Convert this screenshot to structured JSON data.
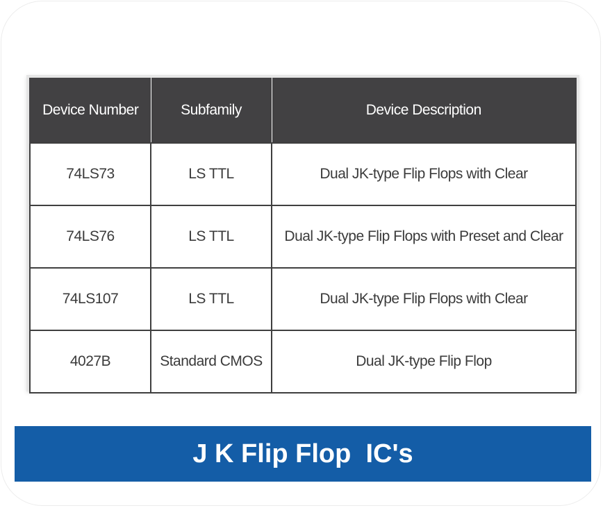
{
  "table": {
    "headers": [
      "Device Number",
      "Subfamily",
      "Device Description"
    ],
    "rows": [
      [
        "74LS73",
        "LS TTL",
        "Dual JK-type Flip Flops with Clear"
      ],
      [
        "74LS76",
        "LS TTL",
        "Dual JK-type Flip Flops with Preset and Clear"
      ],
      [
        "74LS107",
        "LS TTL",
        "Dual JK-type Flip Flops with Clear"
      ],
      [
        "4027B",
        "Standard CMOS",
        "Dual JK-type Flip Flop"
      ]
    ]
  },
  "banner": {
    "title": "J K Flip Flop  IC's"
  },
  "colors": {
    "header_bg": "#424143",
    "banner_bg": "#145da7",
    "text": "#3b3b3b"
  }
}
